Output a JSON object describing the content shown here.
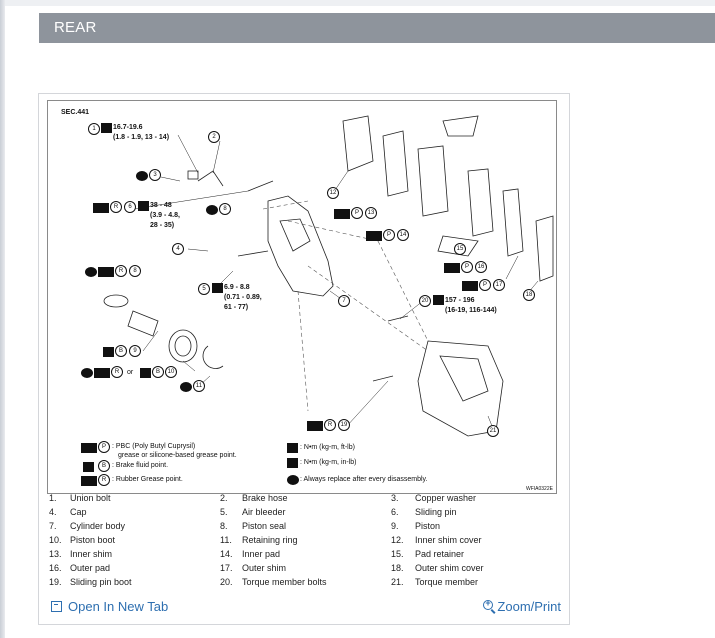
{
  "section": {
    "title": "REAR"
  },
  "diagram": {
    "sec_code": "SEC.441",
    "code": "WFIA0322E",
    "callouts": [
      "1",
      "2",
      "3",
      "4",
      "5",
      "6",
      "7",
      "8",
      "9",
      "10",
      "11",
      "12",
      "13",
      "14",
      "15",
      "16",
      "17",
      "18",
      "19",
      "20",
      "21"
    ],
    "torques": {
      "t1": {
        "main": "16.7-19.6",
        "sub": "(1.8 - 1.9, 13 - 14)"
      },
      "t6": {
        "main": "38 - 48",
        "sub1": "(3.9 - 4.8,",
        "sub2": "28 - 35)"
      },
      "t5": {
        "main": "6.9 - 8.8",
        "sub1": "(0.71 - 0.89,",
        "sub2": "61 - 77)"
      },
      "t20": {
        "main": "157 - 196",
        "sub": "(16-19, 116-144)"
      }
    },
    "or_text": "or",
    "symbols": {
      "pbc": "P",
      "brake_fluid": "B",
      "rubber": "R"
    },
    "legend": {
      "pbc_line1": ": PBC (Poly Butyl Cuprysil)",
      "pbc_line2": "grease or silicone-based grease point.",
      "brake_fluid": ": Brake fluid point.",
      "rubber": ": Rubber Grease point.",
      "nm_ft": ": N•m (kg-m, ft-lb)",
      "nm_in": ": N•m (kg-m, in-lb)",
      "replace": ": Always replace after every disassembly."
    }
  },
  "parts": [
    [
      {
        "n": "1.",
        "name": "Union bolt"
      },
      {
        "n": "2.",
        "name": "Brake hose"
      },
      {
        "n": "3.",
        "name": "Copper washer"
      }
    ],
    [
      {
        "n": "4.",
        "name": "Cap"
      },
      {
        "n": "5.",
        "name": "Air bleeder"
      },
      {
        "n": "6.",
        "name": "Sliding pin"
      }
    ],
    [
      {
        "n": "7.",
        "name": "Cylinder body"
      },
      {
        "n": "8.",
        "name": "Piston seal"
      },
      {
        "n": "9.",
        "name": "Piston"
      }
    ],
    [
      {
        "n": "10.",
        "name": "Piston boot"
      },
      {
        "n": "11.",
        "name": "Retaining ring"
      },
      {
        "n": "12.",
        "name": "Inner shim cover"
      }
    ],
    [
      {
        "n": "13.",
        "name": "Inner shim"
      },
      {
        "n": "14.",
        "name": "Inner pad"
      },
      {
        "n": "15.",
        "name": "Pad retainer"
      }
    ],
    [
      {
        "n": "16.",
        "name": "Outer pad"
      },
      {
        "n": "17.",
        "name": "Outer shim"
      },
      {
        "n": "18.",
        "name": "Outer shim cover"
      }
    ],
    [
      {
        "n": "19.",
        "name": "Sliding pin boot"
      },
      {
        "n": "20.",
        "name": "Torque member bolts"
      },
      {
        "n": "21.",
        "name": "Torque member"
      }
    ]
  ],
  "footer": {
    "open_label": "Open In New Tab",
    "zoom_label": "Zoom/Print"
  },
  "colors": {
    "header_bg": "#8e949c",
    "link": "#2e6fb0"
  }
}
